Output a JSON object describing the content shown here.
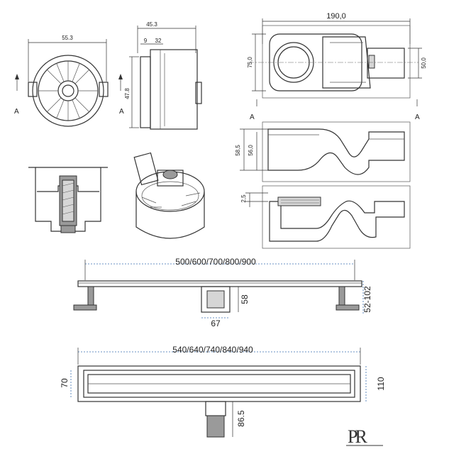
{
  "drawing": {
    "trap_front_view": {
      "width_dim": "55.3",
      "section_left": "A",
      "section_right": "A"
    },
    "trap_side_view": {
      "width_dim": "45.3",
      "dim_a": "9",
      "dim_b": "32",
      "height_dim": "47.8"
    },
    "trap_top_view": {
      "length_dim": "190,0",
      "height_dim": "75,0",
      "outlet_dim": "50,0",
      "section_left": "A",
      "section_right": "A"
    },
    "trap_side_section": {
      "height_a": "58,5",
      "height_b": "56,0"
    },
    "trap_section_a": {
      "dim": "2,5"
    },
    "channel_side_view": {
      "length_dim": "500/600/700/800/900",
      "trap_height": "58",
      "trap_width": "67",
      "height_range": "52-102"
    },
    "channel_top_view": {
      "length_dim": "540/640/740/840/940",
      "inner_width": "70",
      "outer_width": "110",
      "outlet_depth": "86.5"
    },
    "logo": {
      "text": "PR"
    }
  },
  "colors": {
    "line": "#333333",
    "dimension_accent": "#3a6fb0",
    "part_fill": "#9a9a9a"
  }
}
